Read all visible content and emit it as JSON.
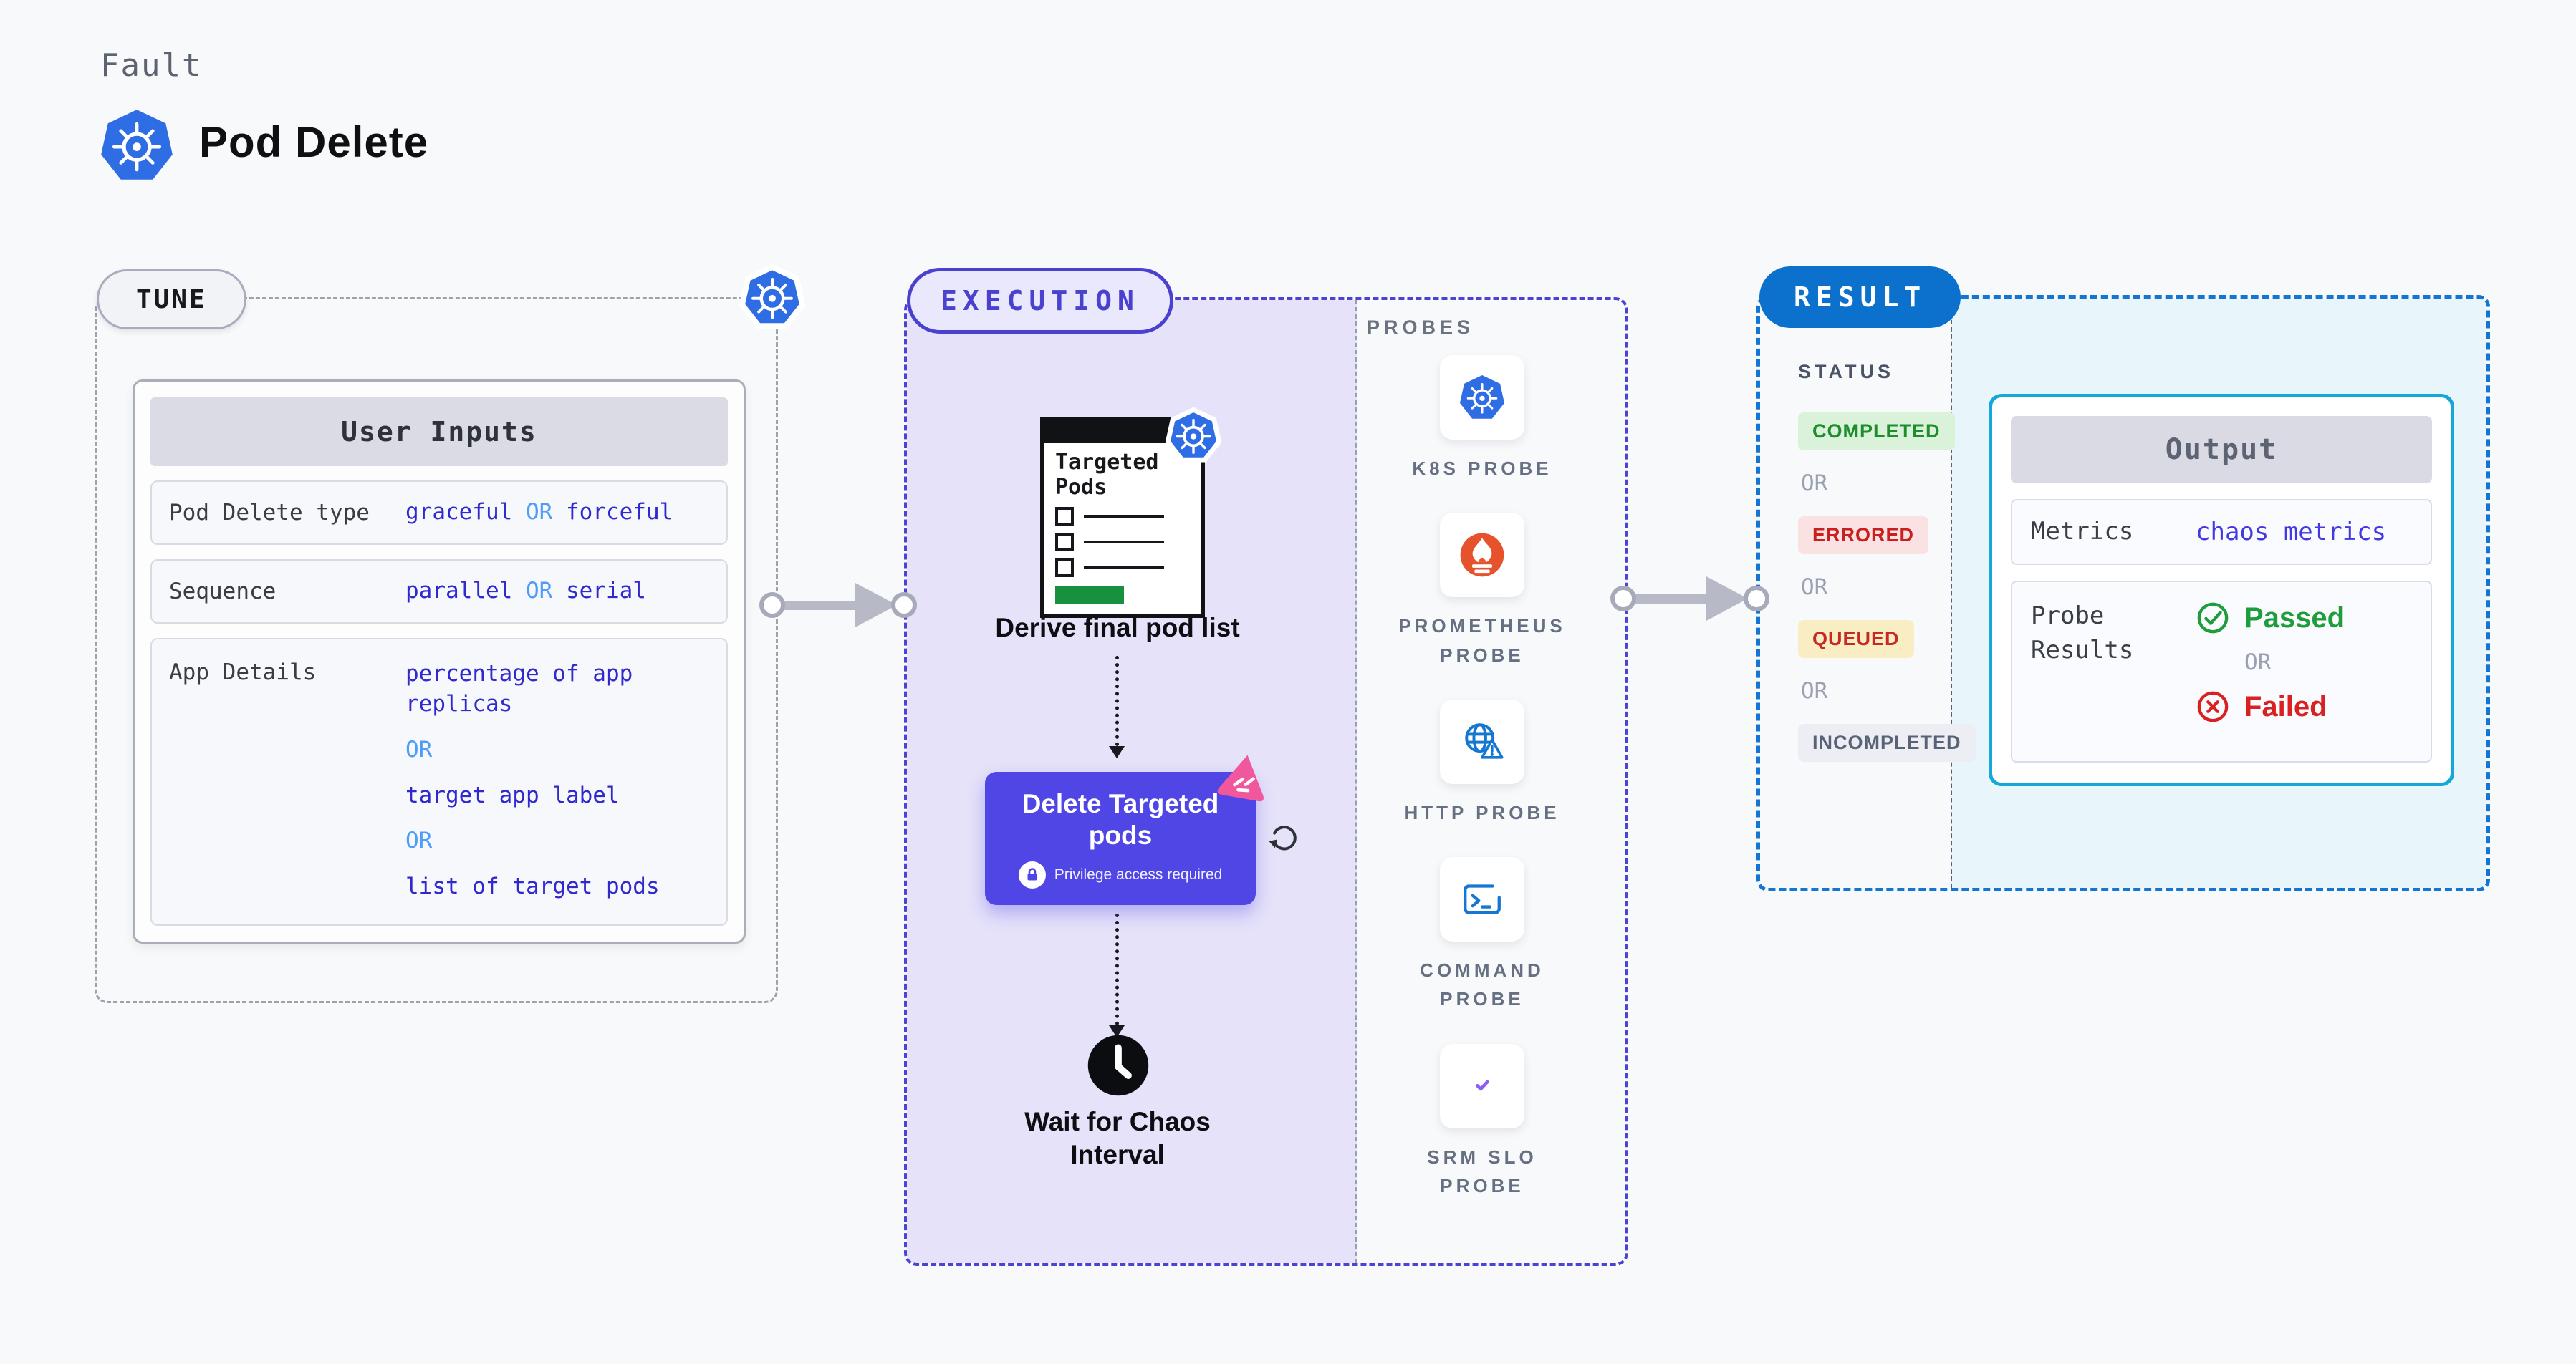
{
  "header": {
    "fault_label": "Fault",
    "title": "Pod Delete",
    "title_icon": "kubernetes-icon"
  },
  "tune": {
    "tag": "TUNE",
    "corner_icon": "kubernetes-icon",
    "card_title": "User Inputs",
    "rows": [
      {
        "label": "Pod Delete type",
        "values": [
          "graceful",
          "OR",
          "forceful"
        ]
      },
      {
        "label": "Sequence",
        "values": [
          "parallel",
          "OR",
          "serial"
        ]
      },
      {
        "label": "App Details",
        "values": [
          "percentage of app replicas",
          "OR",
          "target app label",
          "OR",
          "list of target pods"
        ]
      }
    ]
  },
  "execution": {
    "tag": "EXECUTION",
    "targeted_pods": {
      "title": "Targeted Pods",
      "badge_icon": "kubernetes-icon"
    },
    "derive_label": "Derive final pod list",
    "delete_button": {
      "label": "Delete Targeted pods",
      "note": "Privilege access required",
      "lock_icon": "lock-icon",
      "corner_icon": "chaos-icon",
      "side_icon": "retry-icon"
    },
    "wait": {
      "icon": "clock-icon",
      "label": "Wait for Chaos Interval"
    },
    "probes": {
      "heading": "PROBES",
      "items": [
        {
          "name": "K8S PROBE",
          "icon": "kubernetes-icon"
        },
        {
          "name": "PROMETHEUS PROBE",
          "icon": "prometheus-icon"
        },
        {
          "name": "HTTP PROBE",
          "icon": "http-globe-icon"
        },
        {
          "name": "COMMAND PROBE",
          "icon": "terminal-icon"
        },
        {
          "name": "SRM SLO PROBE",
          "icon": "srm-slo-icon"
        }
      ]
    }
  },
  "result": {
    "tag": "RESULT",
    "status_heading": "STATUS",
    "or_label": "OR",
    "statuses": [
      {
        "label": "COMPLETED",
        "color": "#1e8e2d",
        "bg": "#d9f2d9"
      },
      {
        "label": "ERRORED",
        "color": "#cb1f1f",
        "bg": "#fae2e2"
      },
      {
        "label": "QUEUED",
        "color": "#c72a25",
        "bg": "#f9eec3"
      },
      {
        "label": "INCOMPLETED",
        "color": "#596276",
        "bg": "#eceef4"
      }
    ],
    "output": {
      "title": "Output",
      "metrics_label": "Metrics",
      "metrics_value": "chaos metrics",
      "probe_results_label": "Probe Results",
      "passed_label": "Passed",
      "failed_label": "Failed",
      "passed_icon": "check-circle-icon",
      "failed_icon": "x-circle-icon"
    }
  },
  "colors": {
    "page_bg": "#f8f9fb",
    "kubernetes_blue": "#2f6de5",
    "execution_fill": "#e5e2f9",
    "execution_border": "#4b43d5",
    "delete_button": "#4f46e5",
    "result_border": "#1376d4",
    "result_pill": "#0b71cd",
    "output_border": "#15a7da",
    "output_fill": "#e8f5fb",
    "value_indigo": "#3029ce",
    "or_blue": "#4f9df6",
    "passed_green": "#1f9c3b",
    "failed_red": "#d92121",
    "prometheus_orange": "#e6522c",
    "probe_icon_blue": "#1478d2",
    "chaos_pink": "#f0579c",
    "doc_green": "#18913f"
  }
}
